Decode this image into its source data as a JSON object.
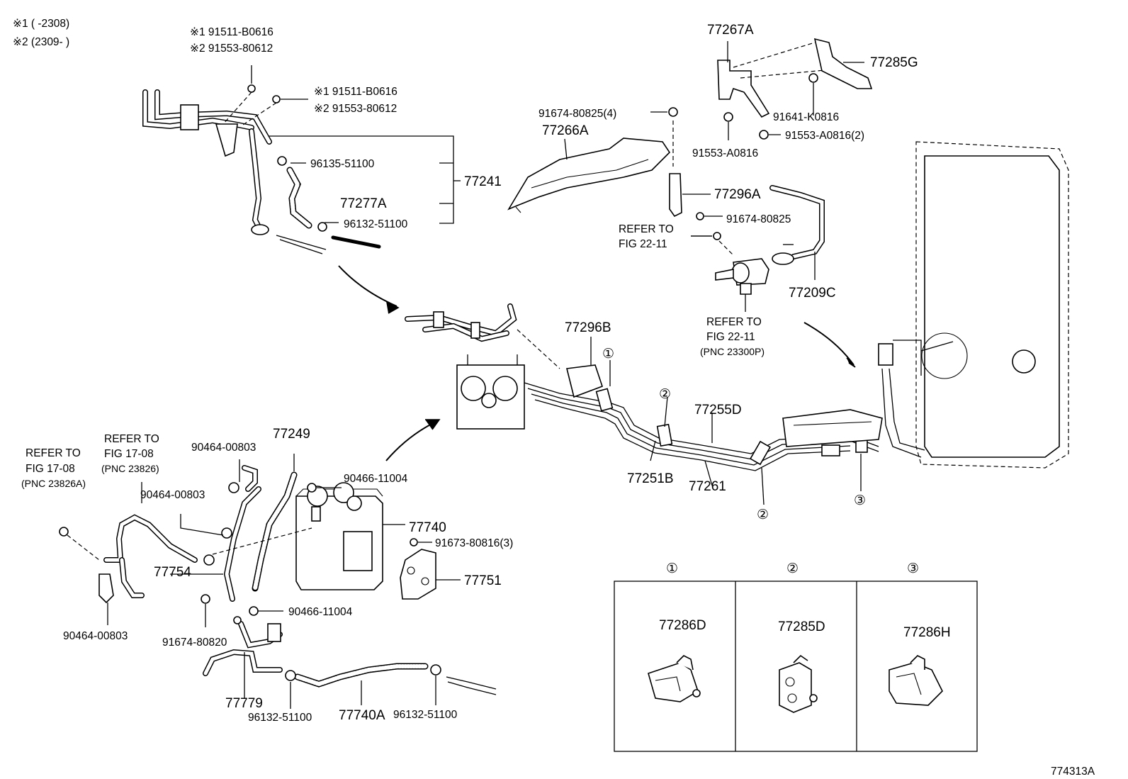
{
  "notes": {
    "note1": "※1 (      -2308)",
    "note2": "※2 (2309-      )"
  },
  "figure_id": "774313A",
  "labels": {
    "l_91511_a": "※1 91511-B0616",
    "l_91553_a": "※2 91553-80612",
    "l_91511_b": "※1 91511-B0616",
    "l_91553_b": "※2 91553-80612",
    "l_96135": "96135-51100",
    "l_77241": "77241",
    "l_77277A": "77277A",
    "l_96132_top": "96132-51100",
    "l_77267A": "77267A",
    "l_77285G": "77285G",
    "l_91674_80825_4": "91674-80825(4)",
    "l_77266A": "77266A",
    "l_91641": "91641-K0816",
    "l_91553_A0816_2": "91553-A0816(2)",
    "l_91553_A0816": "91553-A0816",
    "l_77296A": "77296A",
    "l_91674_80825": "91674-80825",
    "l_refer_2211_a1": "REFER TO",
    "l_refer_2211_a2": "FIG 22-11",
    "l_77209C": "77209C",
    "l_refer_2211_b1": "REFER TO",
    "l_refer_2211_b2": "FIG 22-11",
    "l_refer_2211_b3": "(PNC 23300P)",
    "l_77296B": "77296B",
    "l_77255D": "77255D",
    "l_77251B": "77251B",
    "l_77261": "77261",
    "l_refer_1708_a1": "REFER TO",
    "l_refer_1708_a2": "FIG 17-08",
    "l_refer_1708_a3": "(PNC 23826A)",
    "l_refer_1708_b1": "REFER TO",
    "l_refer_1708_b2": "FIG 17-08",
    "l_refer_1708_b3": "(PNC 23826)",
    "l_77249": "77249",
    "l_90464_top": "90464-00803",
    "l_90466_top": "90466-11004",
    "l_90464_mid": "90464-00803",
    "l_77740": "77740",
    "l_91673": "91673-80816(3)",
    "l_77754": "77754",
    "l_77751": "77751",
    "l_90466_bot": "90466-11004",
    "l_90464_bot": "90464-00803",
    "l_91674_80820": "91674-80820",
    "l_77779": "77779",
    "l_96132_b1": "96132-51100",
    "l_77740A": "77740A",
    "l_96132_b2": "96132-51100",
    "c1": "①",
    "c2a": "②",
    "c2b": "②",
    "c3": "③"
  },
  "detail_table": {
    "headers": [
      "①",
      "②",
      "③"
    ],
    "parts": [
      "77286D",
      "77285D",
      "77286H"
    ]
  }
}
